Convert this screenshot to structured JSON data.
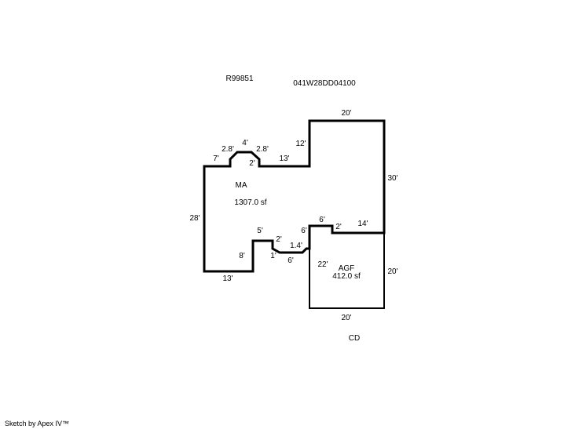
{
  "header": {
    "account_id": "R99851",
    "map_tax_lot": "041W28DD04100"
  },
  "areas": [
    {
      "code": "MA",
      "area": "1307.0 sf"
    },
    {
      "code": "AGF",
      "area": "412.0 sf"
    },
    {
      "code": "CD"
    }
  ],
  "dimensions": {
    "ma_top_left": "7'",
    "ma_bay_left": "2.8'",
    "ma_bay_top": "4'",
    "ma_bay_right": "2.8'",
    "ma_bay_depth": "2'",
    "ma_top_mid": "13'",
    "ma_step_up": "12'",
    "ma_top_right": "20'",
    "ma_right": "30'",
    "ma_left": "28'",
    "ma_bottom_left": "13'",
    "ma_notch_top": "5'",
    "ma_notch_side": "8'",
    "ma_step_2": "2'",
    "ma_step_1": "1'",
    "ma_step_6": "6'",
    "ma_step_14": "1.4'",
    "ma_wall_6": "6'",
    "ma_top_6": "6'",
    "ma_jog_2": "2'",
    "ma_ledge_14": "14'",
    "agf_left": "22'",
    "agf_right": "20'",
    "agf_bottom": "20'"
  },
  "footer": {
    "credit": "Sketch by Apex IV™"
  }
}
